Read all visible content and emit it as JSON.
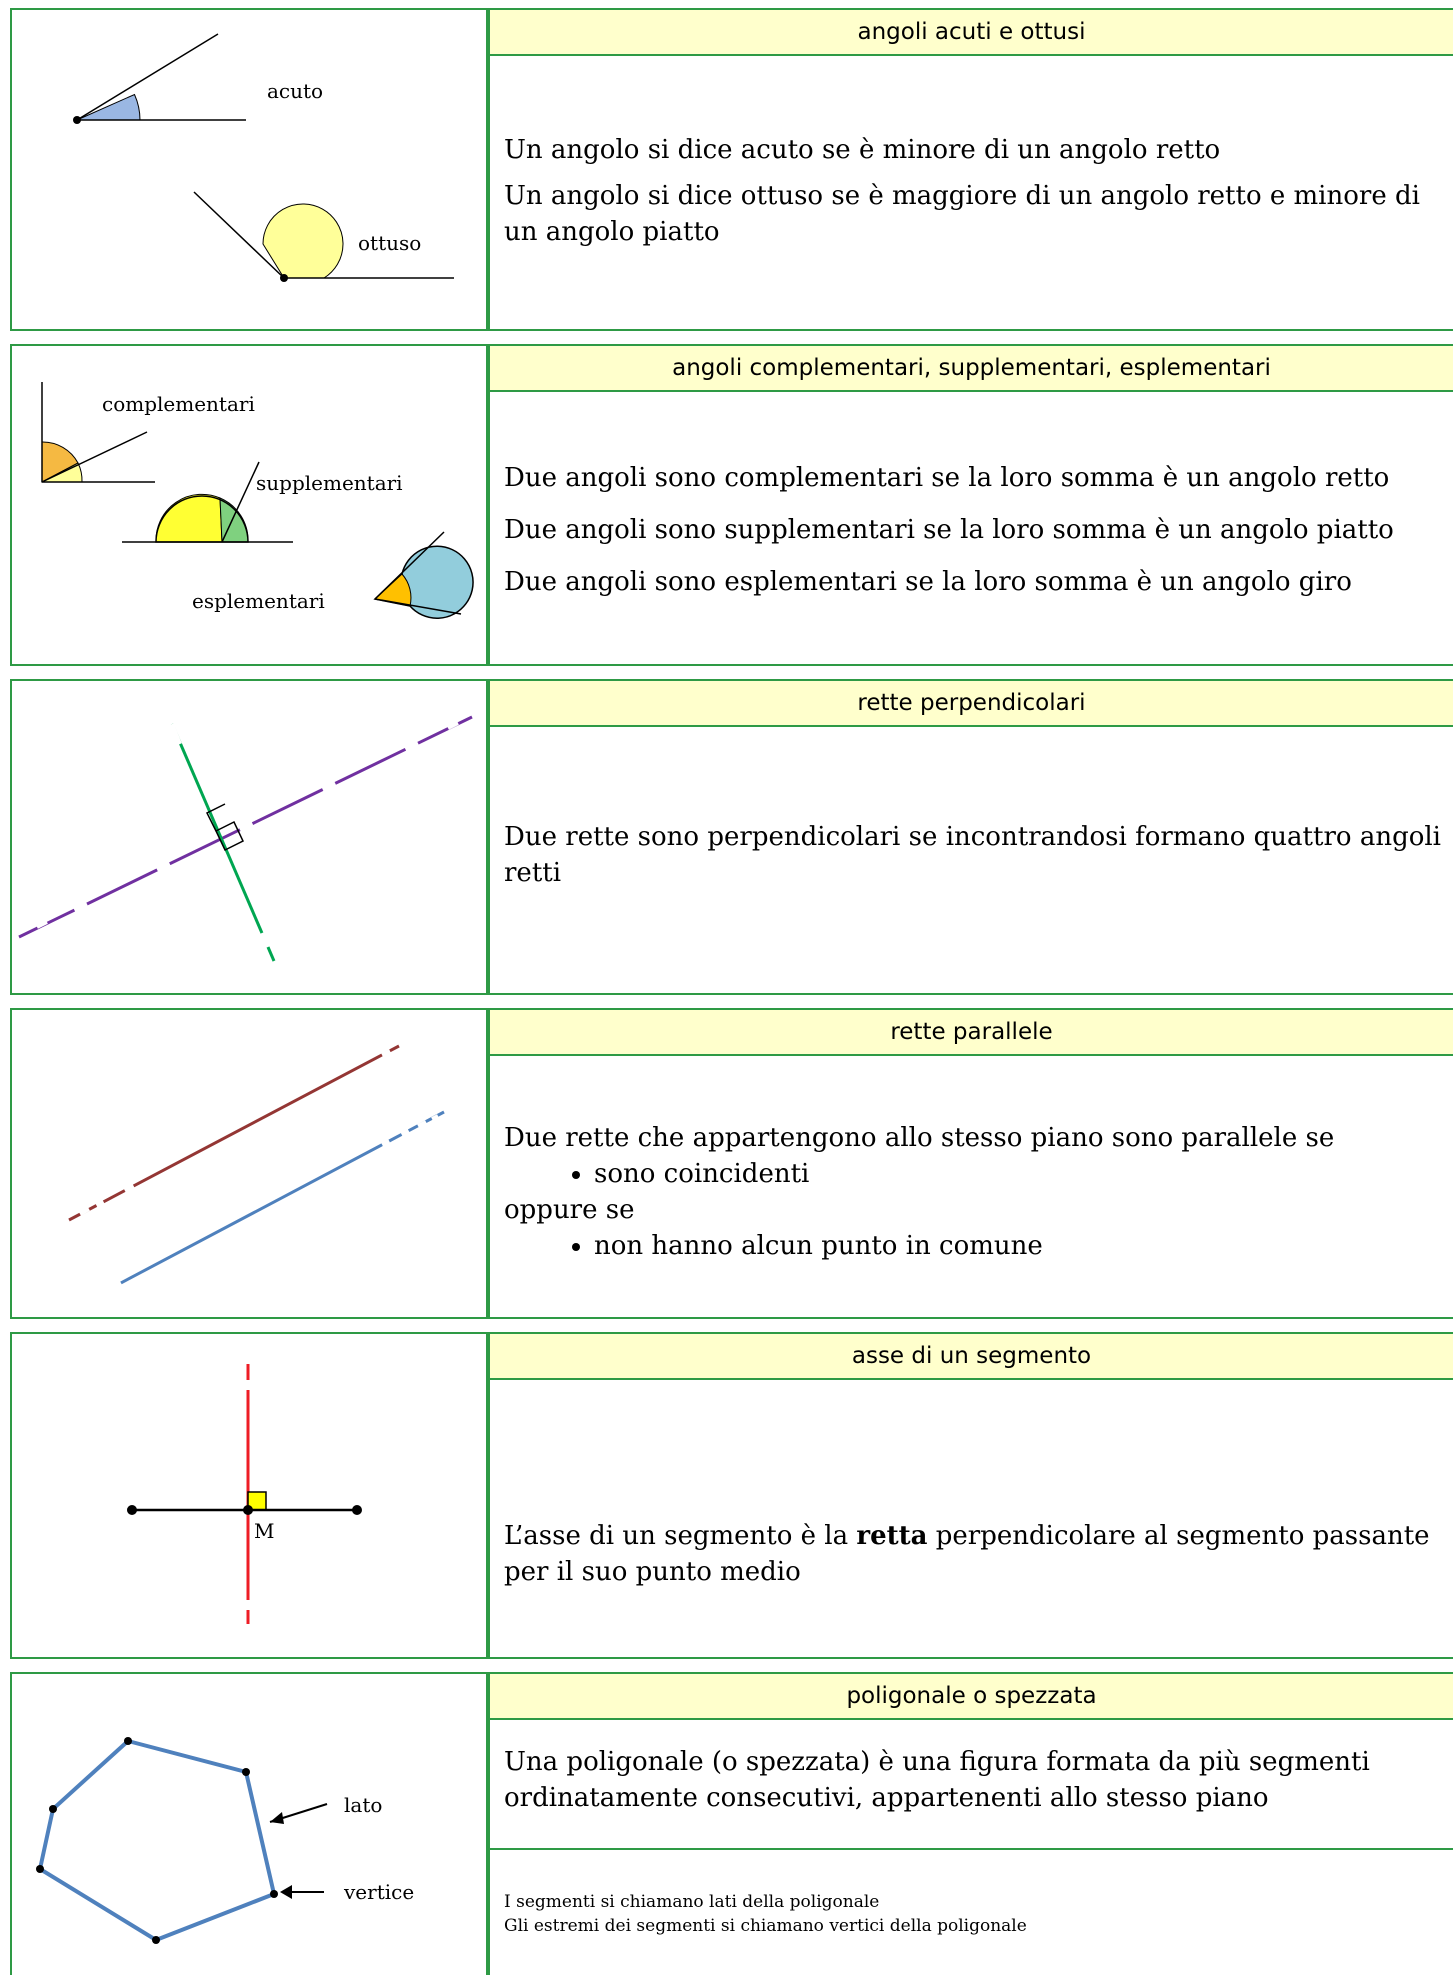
{
  "sections": [
    {
      "title": "angoli acuti e ottusi",
      "lines": [
        "Un angolo si dice acuto se è minore di un angolo retto",
        "Un angolo si dice ottuso se è maggiore di un angolo retto e minore di un angolo piatto"
      ],
      "labels": {
        "acute": "acuto",
        "obtuse": "ottuso"
      }
    },
    {
      "title": "angoli  complementari, supplementari, esplementari",
      "lines": [
        "Due angoli sono complementari se la loro somma è un angolo retto",
        "Due angoli sono supplementari se la loro somma è un angolo piatto",
        "Due angoli sono esplementari se la loro somma è un angolo giro"
      ],
      "labels": {
        "complementary": "complementari",
        "supplementary": "supplementari",
        "explementary": "esplementari"
      }
    },
    {
      "title": "rette perpendicolari",
      "lines": [
        "Due rette sono perpendicolari se incontrandosi formano quattro angoli retti"
      ]
    },
    {
      "title": "rette parallele",
      "intro": "Due rette che appartengono allo stesso piano sono parallele se",
      "bullet1": "sono coincidenti",
      "middle": "oppure se",
      "bullet2": "non hanno alcun punto in comune"
    },
    {
      "title": "asse di un segmento",
      "text_before": "L’asse di un segmento è la ",
      "text_bold": "retta",
      "text_after": " perpendicolare al segmento passante per il suo punto medio",
      "labels": {
        "midpoint": "M"
      }
    },
    {
      "title": "poligonale o spezzata",
      "lines": [
        "Una  poligonale (o spezzata) è una figura formata da più segmenti ordinatamente consecutivi, appartenenti allo stesso piano"
      ],
      "notes": [
        "I segmenti si chiamano lati della poligonale",
        "Gli estremi dei segmenti si chiamano vertici della poligonale"
      ],
      "labels": {
        "side": "lato",
        "vertex": "vertice"
      }
    }
  ]
}
